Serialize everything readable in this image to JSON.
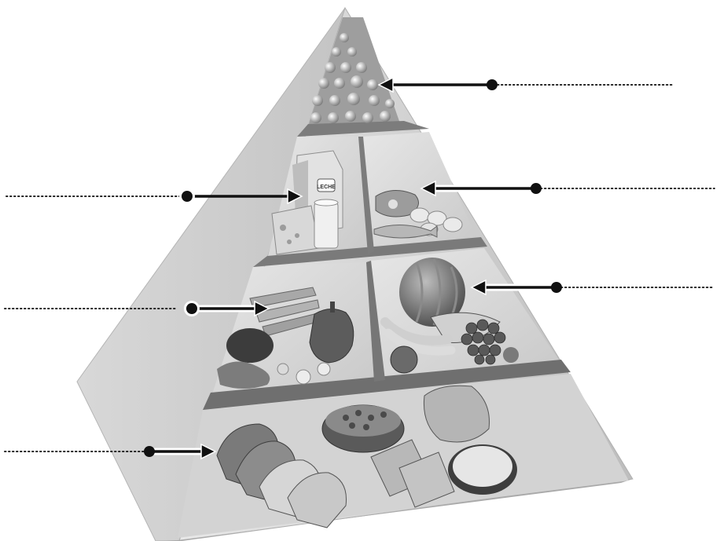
{
  "figure": {
    "subject": "food-pyramid",
    "style": "grayscale-illustration"
  },
  "tiers": [
    {
      "id": "top",
      "items": [
        "supplements"
      ]
    },
    {
      "id": "dairy",
      "items": [
        "milk-carton",
        "cheese",
        "glass-of-milk"
      ],
      "package_text": "LECHE"
    },
    {
      "id": "protein",
      "items": [
        "meat",
        "eggs",
        "fish"
      ]
    },
    {
      "id": "vegetables",
      "items": [
        "carrots",
        "pepper",
        "eggplant",
        "greens",
        "mushrooms"
      ]
    },
    {
      "id": "fruits",
      "items": [
        "watermelon",
        "bananas",
        "grapes",
        "tomato"
      ]
    },
    {
      "id": "grains",
      "items": [
        "bread",
        "rice",
        "crackers",
        "bowl-of-cereal"
      ]
    }
  ],
  "labels": {
    "top": "",
    "dairy": "",
    "protein": "",
    "vegetables": "",
    "fruits": "",
    "grains": ""
  }
}
